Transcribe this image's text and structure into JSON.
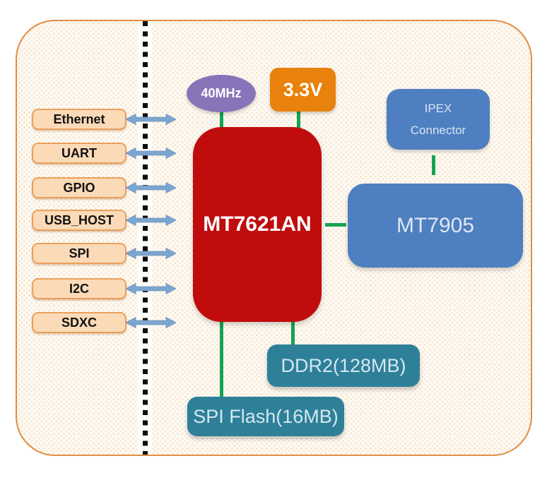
{
  "io_ports": [
    "Ethernet",
    "UART",
    "GPIO",
    "USB_HOST",
    "SPI",
    "I2C",
    "SDXC"
  ],
  "blocks": {
    "clock_label": "40MHz",
    "power_label": "3.3V",
    "soc_label": "MT7621AN",
    "wifi_label": "MT7905",
    "ipex_line1": "IPEX",
    "ipex_line2": "Connector",
    "ddr_label": "DDR2(128MB)",
    "flash_label": "SPI Flash(16MB)"
  },
  "colors": {
    "soc_red": "#c00c0d",
    "wifi_blue": "#4e7fc0",
    "memory_teal": "#2e8099",
    "clock_purple": "#8973b9",
    "power_orange": "#e8820c",
    "port_fill": "#fbdab8",
    "port_border": "#e9a05c",
    "arrow_blue": "#7ca6d1",
    "connector_green": "#15a352",
    "frame_orange": "#e08e46"
  }
}
